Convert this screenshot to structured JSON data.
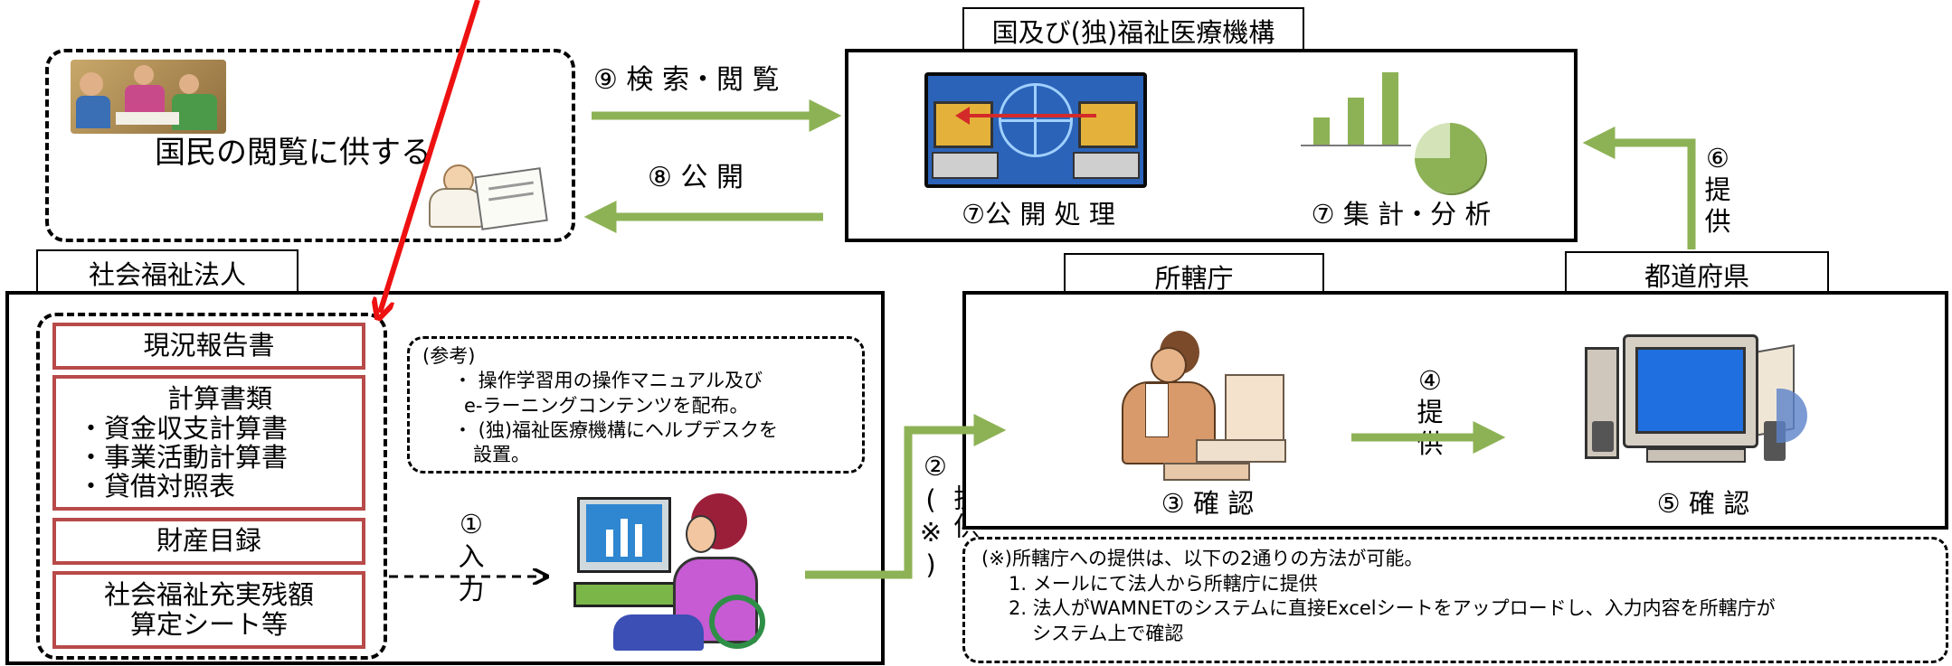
{
  "public": {
    "title": "国民の閲覧に供する"
  },
  "wam": {
    "header": "国及び(独)福祉医療機構",
    "publish_label": "⑦公 開 処 理",
    "aggregate_label": "⑦ 集 計・分 析"
  },
  "flows": {
    "search": "⑨ 検 索・閲 覧",
    "publish": "⑧ 公 開",
    "provide6": "⑥\n提\n供",
    "input1": "①\n入\n力",
    "provide2_num": "②",
    "provide2_text": "提供(※)",
    "provide4": "④\n提\n供"
  },
  "corp": {
    "header": "社会福祉法人",
    "docs": [
      {
        "lines": [
          "現況報告書"
        ]
      },
      {
        "lines": [
          "計算書類",
          "・資金収支計算書",
          "・事業活動計算書",
          "・貸借対照表"
        ]
      },
      {
        "lines": [
          "財産目録"
        ]
      },
      {
        "lines": [
          "社会福祉充実残額",
          "算定シート等"
        ]
      }
    ],
    "reference": {
      "title": "(参考)",
      "items": [
        "・ 操作学習用の操作マニュアル及び",
        "e-ラーニングコンテンツを配布。",
        "・ (独)福祉医療機構にヘルプデスクを",
        "設置。"
      ]
    }
  },
  "gov": {
    "office_header": "所轄庁",
    "pref_header": "都道府県",
    "confirm3": "③ 確 認",
    "confirm5": "⑤ 確 認"
  },
  "note": {
    "lines": [
      "(※)所轄庁への提供は、以下の2通りの方法が可能。",
      "1. メールにて法人から所轄庁に提供",
      "2. 法人がWAMNETのシステムに直接Excelシートをアップロードし、入力内容を所轄庁が",
      "システム上で確認"
    ]
  },
  "colors": {
    "arrow_green": "#8db255",
    "doc_border": "#b84a4a",
    "red_arrow": "#ee1111"
  }
}
